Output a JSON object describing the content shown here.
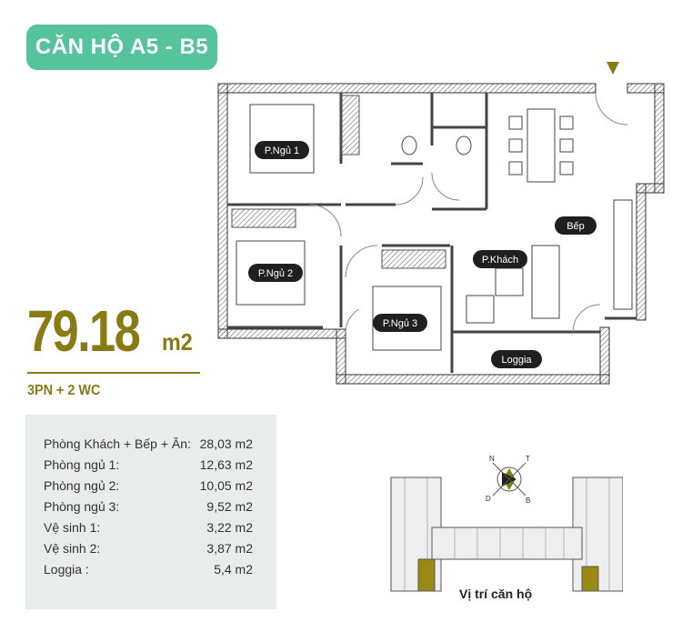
{
  "header": {
    "title": "CĂN HỘ A5 - B5"
  },
  "summary": {
    "area_value": "79.18",
    "area_unit": "m2",
    "rooms": "3PN + 2 WC"
  },
  "spec_rows": [
    {
      "label": "Phòng Khách + Bếp + Ăn:",
      "value": "28,03 m2"
    },
    {
      "label": "Phòng ngủ 1:",
      "value": "12,63 m2"
    },
    {
      "label": "Phòng ngủ 2:",
      "value": "10,05 m2"
    },
    {
      "label": "Phòng ngủ 3:",
      "value": "9,52 m2"
    },
    {
      "label": "Vệ sinh 1:",
      "value": "3,22 m2"
    },
    {
      "label": "Vệ sinh 2:",
      "value": "3,87 m2"
    },
    {
      "label": "Loggia :",
      "value": "5,4 m2"
    }
  ],
  "plan_labels": {
    "bedroom1": "P.Ngủ 1",
    "bedroom2": "P.Ngủ 2",
    "bedroom3": "P.Ngủ 3",
    "living": "P.Khách",
    "kitchen": "Bếp",
    "loggia": "Loggia"
  },
  "compass": {
    "n": "N",
    "t": "T",
    "d": "D",
    "b": "B"
  },
  "site": {
    "label": "Vị trí căn hộ"
  },
  "colors": {
    "accent": "#55c49a",
    "gold": "#8a7a16",
    "panel": "#e8edeb",
    "highlight": "#9a8a14"
  }
}
